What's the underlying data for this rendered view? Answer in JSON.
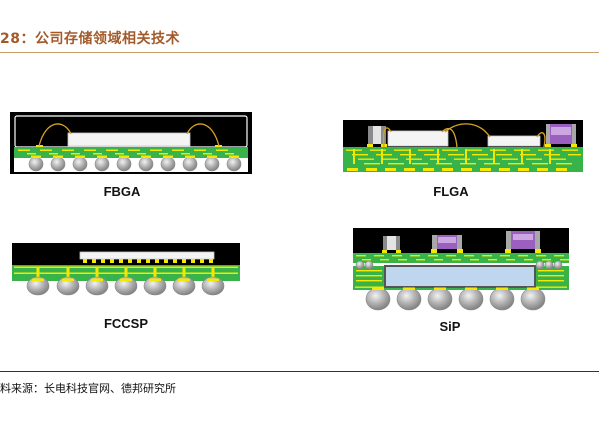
{
  "figure": {
    "title": "28：公司存储领域相关技术",
    "source": "料来源：长电科技官网、德邦研究所"
  },
  "packages": {
    "fbga": {
      "label": "FBGA"
    },
    "flga": {
      "label": "FLGA"
    },
    "fccsp": {
      "label": "FCCSP"
    },
    "sip": {
      "label": "SiP"
    }
  },
  "colors": {
    "title": "#a35a2a",
    "rule": "#c9a06b",
    "mold": "#000000",
    "substrate": "#38b349",
    "trace": "#f3e800",
    "die": "#f4f4f4",
    "bond_wire": "#d8a325",
    "solder_ball": "#adadad",
    "component_purple": "#9b5fc0",
    "sip_die": "#bfd7ee"
  }
}
